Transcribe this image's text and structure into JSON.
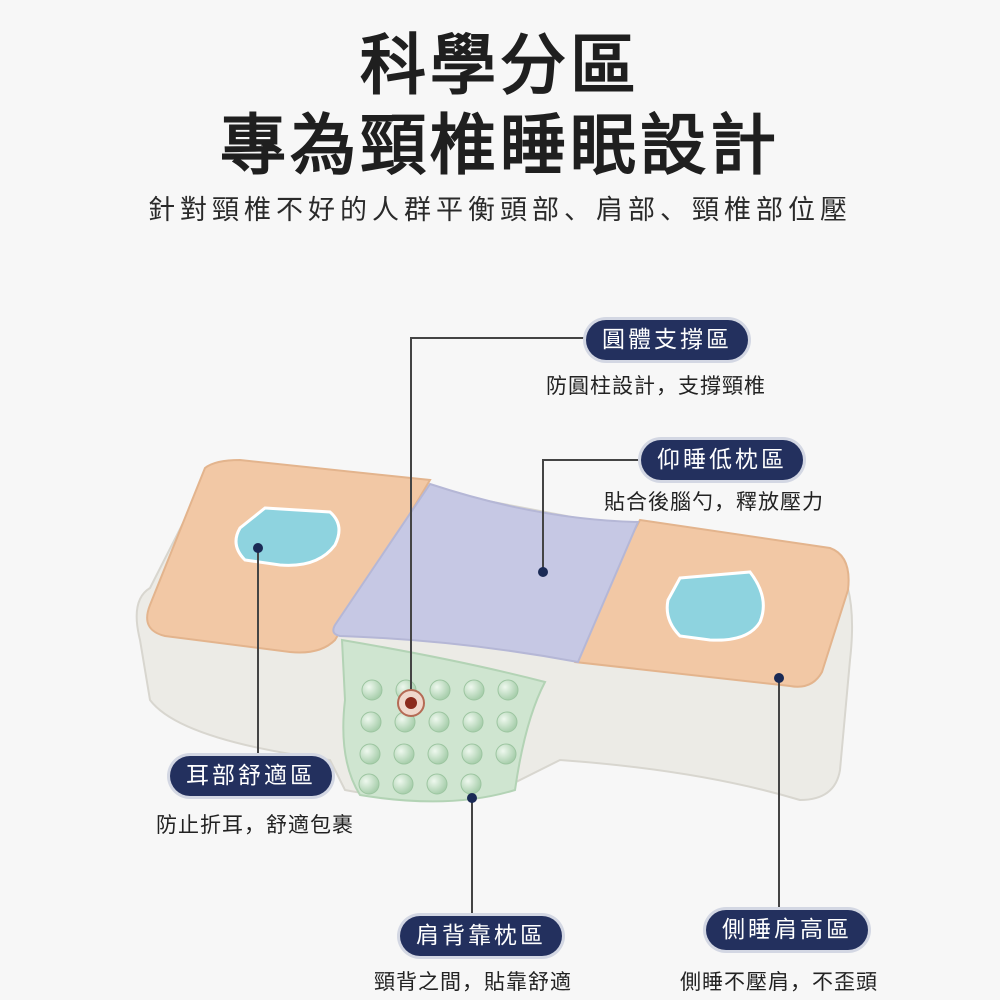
{
  "header": {
    "title_line1": "科學分區",
    "title_line2": "專為頸椎睡眠設計",
    "subtitle": "針對頸椎不好的人群平衡頭部、肩部、頸椎部位壓"
  },
  "zones": {
    "round_support": {
      "label": "圓體支撐區",
      "description": "防圓柱設計，支撐頸椎"
    },
    "supine_low": {
      "label": "仰睡低枕區",
      "description": "貼合後腦勺，釋放壓力"
    },
    "ear_comfort": {
      "label": "耳部舒適區",
      "description": "防止折耳，舒適包裹"
    },
    "neck_back": {
      "label": "肩背靠枕區",
      "description": "頸背之間，貼靠舒適"
    },
    "side_shoulder": {
      "label": "側睡肩高區",
      "description": "側睡不壓肩，不歪頭"
    }
  },
  "colors": {
    "label_bg": "#23305e",
    "peach": "#f2c8a5",
    "lavender": "#c6c8e4",
    "mint": "#cfe5d0",
    "ice_blue": "#8ed3df",
    "base": "#ecebe6"
  }
}
